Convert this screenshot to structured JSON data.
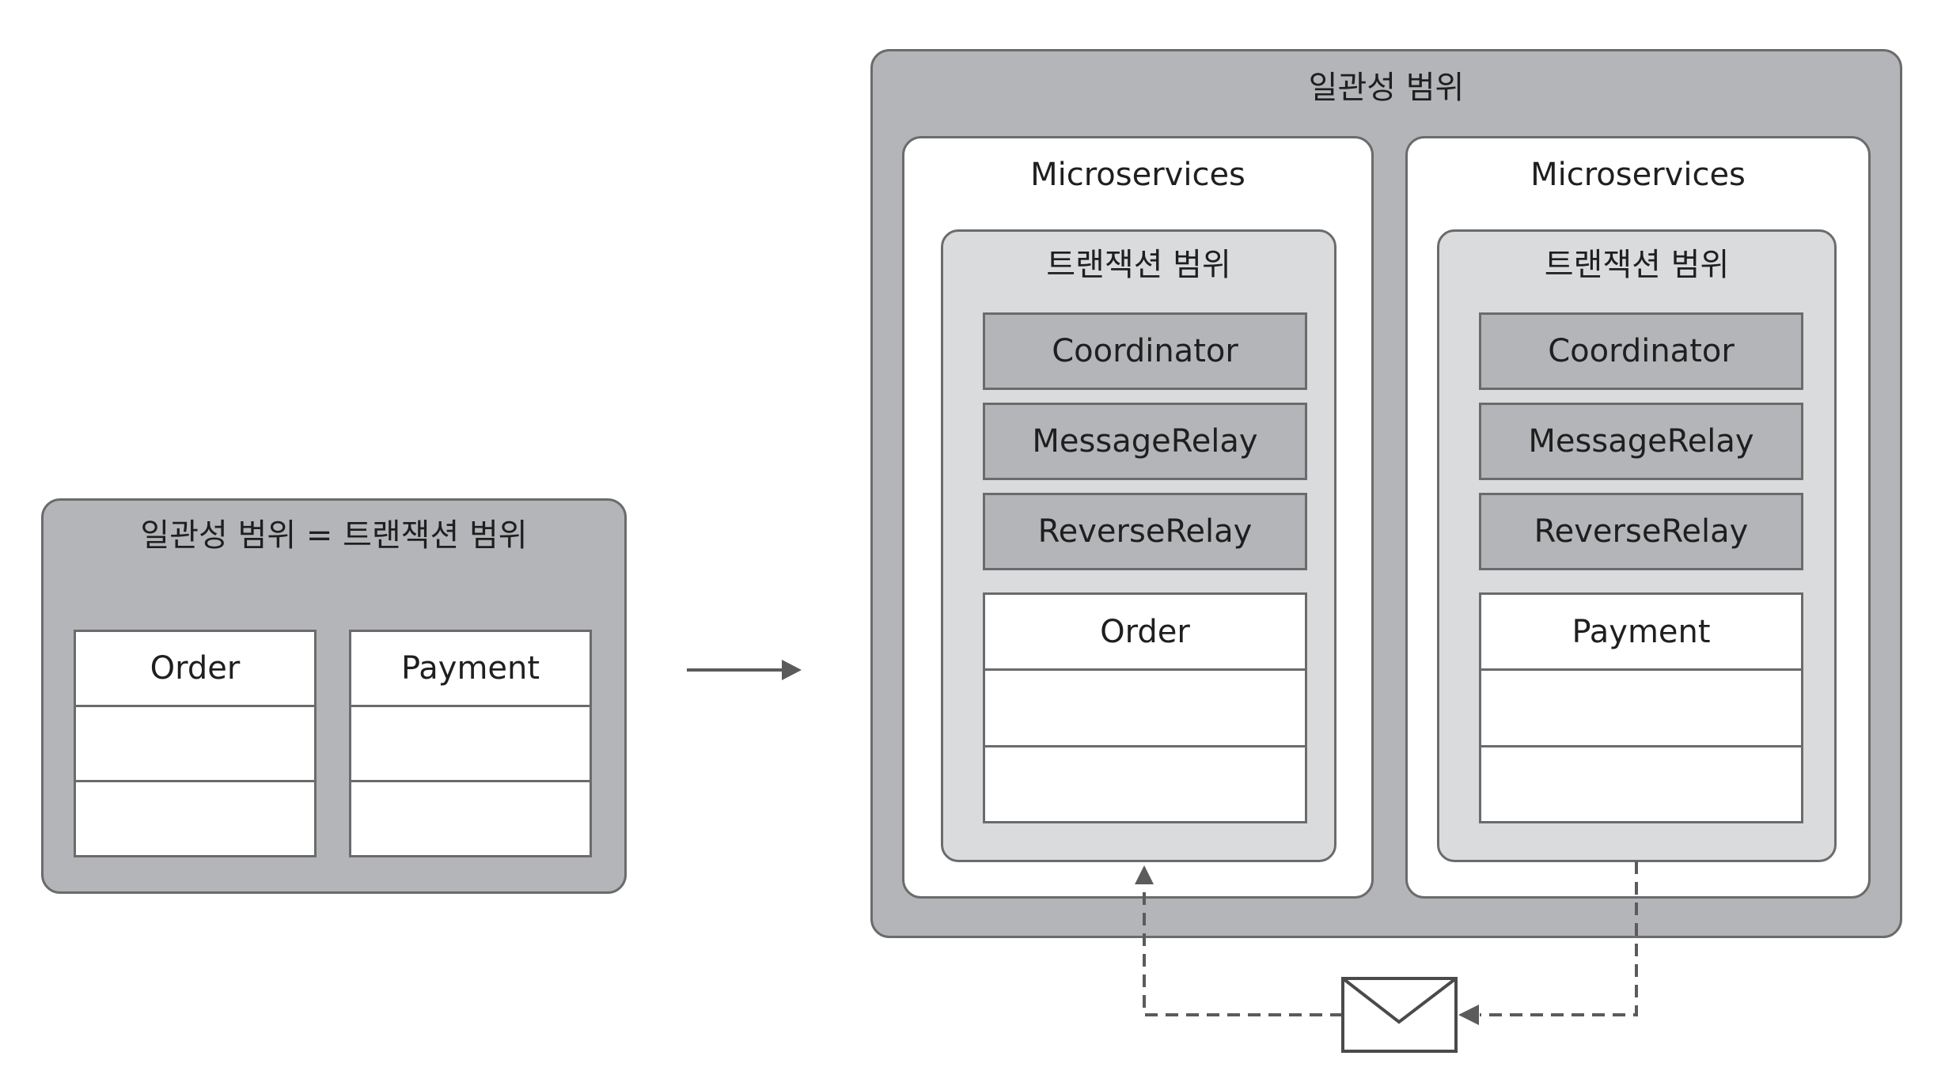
{
  "left": {
    "title": "일관성 범위 = 트랜잭션 범위",
    "tables": [
      {
        "label": "Order"
      },
      {
        "label": "Payment"
      }
    ]
  },
  "right": {
    "title": "일관성 범위",
    "services": [
      {
        "title": "Microservices",
        "tx_title": "트랜잭션 범위",
        "components": [
          "Coordinator",
          "MessageRelay",
          "ReverseRelay"
        ],
        "table": "Order"
      },
      {
        "title": "Microservices",
        "tx_title": "트랜잭션 범위",
        "components": [
          "Coordinator",
          "MessageRelay",
          "ReverseRelay"
        ],
        "table": "Payment"
      }
    ]
  },
  "icons": {
    "arrow": "arrow-right-icon",
    "message": "envelope-icon"
  },
  "colors": {
    "outer_fill": "#b4b5b8",
    "inner_fill": "#dadbdd",
    "border": "#6b6b6b",
    "white": "#ffffff"
  }
}
